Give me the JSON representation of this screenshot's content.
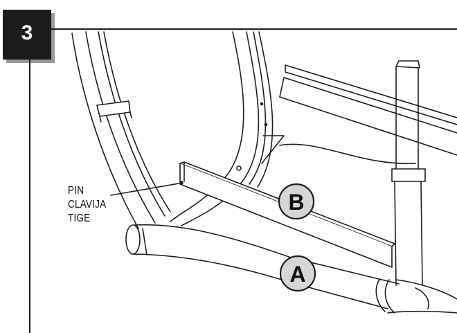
{
  "step": {
    "number": "3"
  },
  "callouts": {
    "pin_label": [
      "PIN",
      "CLAVIJA",
      "TIGE"
    ],
    "part_b": "B",
    "part_a": "A"
  },
  "colors": {
    "ink": "#1c1c1c",
    "shadow": "#9a9a9a",
    "bubble_fill": "#d6d6d6"
  }
}
